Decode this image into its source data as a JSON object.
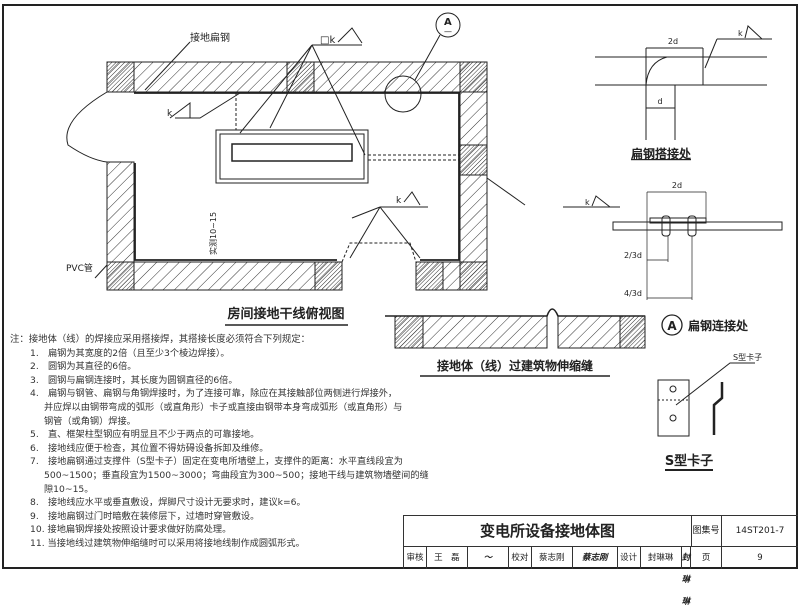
{
  "plan": {
    "caption": "房间接地干线俯视图",
    "label_flat_steel": "接地扁钢",
    "label_pvc": "PVC管",
    "label_gap": "实测10~15",
    "weld_k": "k",
    "weld_box_k": "□k",
    "callout": "A",
    "callout_sub": "—"
  },
  "lap_detail": {
    "caption": "扁钢搭接处",
    "dim_2d": "2d",
    "dim_d": "d",
    "weld_k": "k"
  },
  "joint_detail": {
    "caption": "扁钢连接处",
    "marker": "A",
    "dim_2d": "2d",
    "dim_23d": "2/3d",
    "dim_43d": "4/3d",
    "weld_k": "k"
  },
  "expansion": {
    "caption": "接地体（线）过建筑物伸缩缝"
  },
  "s_clip": {
    "caption": "S型卡子",
    "label": "S型卡子"
  },
  "notes": {
    "heading": "注：接地体（线）的焊接应采用搭接焊，其搭接长度必须符合下列规定：",
    "items": [
      "1.　扁钢为其宽度的2倍（且至少3个棱边焊接）。",
      "2.　圆钢为其直径的6倍。",
      "3.　圆钢与扁钢连接时，其长度为圆钢直径的6倍。",
      "4.　扁钢与钢管、扁钢与角钢焊接时，为了连接可靠，除应在其接触部位两侧进行焊接外，并应焊以由钢带弯成的弧形（或直角形）卡子或直接由钢带本身弯成弧形（或直角形）与钢管（或角钢）焊接。",
      "5.　直、框架柱型钢应有明显且不少于两点的可靠接地。",
      "6.　接地线应便于检查，其位置不得妨碍设备拆卸及维修。",
      "7.　接地扁钢通过支撑件（S型卡子）固定在变电所墙壁上，支撑件的距离：水平直线段宜为500~1500；垂直段宜为1500~3000；弯曲段宜为300~500；接地干线与建筑物墙壁间的缝隙10~15。",
      "8.　接地线应水平或垂直敷设，焊脚尺寸设计无要求时，建议k=6。",
      "9.　接地扁钢过门时暗敷在装修层下，过墙时穿管敷设。",
      "10. 接地扁钢焊接处按照设计要求做好防腐处理。",
      "11. 当接地线过建筑物伸缩缝时可以采用将接地线制作成圆弧形式。"
    ]
  },
  "title_block": {
    "title": "变电所设备接地体图",
    "atlas_label": "图集号",
    "atlas_no": "14ST201-7",
    "review_label": "审核",
    "reviewer": "王　磊",
    "check_label": "校对",
    "checker": "蔡志刚",
    "design_label": "设计",
    "designer": "封琳琳",
    "page_label": "页",
    "page": "9"
  }
}
